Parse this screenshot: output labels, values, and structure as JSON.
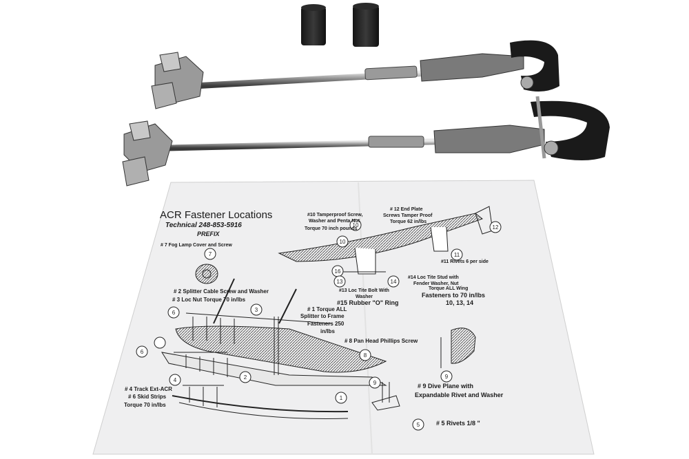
{
  "sheet": {
    "title": "ACR Fastener Locations",
    "technical": "Technical  248-853-5916",
    "prefix": "PREFIX",
    "labels": {
      "fog_lamp": "# 7 Fog Lamp Cover and Screw",
      "splitter_cable": "# 2  Splitter Cable Screw and Washer",
      "loc_nut": "# 3 Loc Nut Torque 70 in/lbs",
      "torque_all_1": "# 1 Torque ALL",
      "torque_all_2": "Splitter to Frame",
      "torque_all_3": "Fasteners 250",
      "torque_all_4": "in/lbs",
      "tamper_1": "#10 Tamperproof Screw,",
      "tamper_2": "Washer and Penta Nut",
      "tamper_3": "Torque 70 inch pounds",
      "end_plate_1": "# 12 End Plate",
      "end_plate_2": "Screws Tamper Proof",
      "end_plate_3": "Torque 62 in/lbs",
      "rivets_side": "#11 Rivets 6 per side",
      "loc_tite_stud_1": "#14 Loc Tite Stud with",
      "loc_tite_stud_2": "Fender Washer, Nut",
      "loc_tite_bolt_1": "#13 Loc Tite Bolt With",
      "loc_tite_bolt_2": "Washer",
      "rubber_ring": "#15 Rubber \"O\" Ring",
      "wing_1": "Torque ALL Wing",
      "wing_2": "Fasteners to 70 in/lbs",
      "wing_3": "10, 13, 14",
      "pan_head": "# 8 Pan Head Phillips Screw",
      "track_1": "# 4 Track Ext-ACR",
      "track_2": "# 6 Skid Strips",
      "track_3": "Torque 70 in/lbs",
      "dive_1": "# 9 Dive Plane with",
      "dive_2": "Expandable Rivet and Washer",
      "rivets_5": "# 5  Rivets 1/8 \""
    },
    "callouts": [
      "7",
      "3",
      "6",
      "6",
      "4",
      "2",
      "1",
      "9",
      "8",
      "5",
      "9",
      "10",
      "10",
      "16",
      "13",
      "14",
      "11",
      "12"
    ]
  }
}
